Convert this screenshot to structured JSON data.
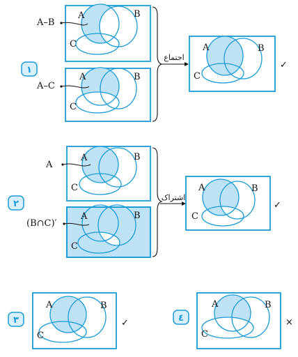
{
  "colors": {
    "outline": "#1a9bd7",
    "fill": "#bfe3f6",
    "badge_fill": "#d8f0fb",
    "ink": "#111111"
  },
  "set_labels": {
    "a": "A",
    "b": "B",
    "c": "C"
  },
  "problems": [
    {
      "number": "١",
      "operation": "اجتماع",
      "inputs": [
        {
          "expression": "A–B",
          "shaded_region": "A minus B"
        },
        {
          "expression": "A–C",
          "shaded_region": "A minus C"
        }
      ],
      "result_shaded_region": "A",
      "result_mark": "✓",
      "result_mark_icon": "check-icon"
    },
    {
      "number": "٢",
      "operation": "اشتراک",
      "inputs": [
        {
          "expression": "A",
          "shaded_region": "A"
        },
        {
          "expression": "(B∩C)′",
          "shaded_region": "complement of B intersect C"
        }
      ],
      "result_shaded_region": "A minus (B intersect C)",
      "result_mark": "✓",
      "result_mark_icon": "check-icon"
    }
  ],
  "options": [
    {
      "number": "٣",
      "shaded_region": "A",
      "mark": "✓",
      "mark_icon": "check-icon"
    },
    {
      "number": "٤",
      "shaded_region": "A minus C",
      "mark": "×",
      "mark_icon": "cross-icon"
    }
  ]
}
